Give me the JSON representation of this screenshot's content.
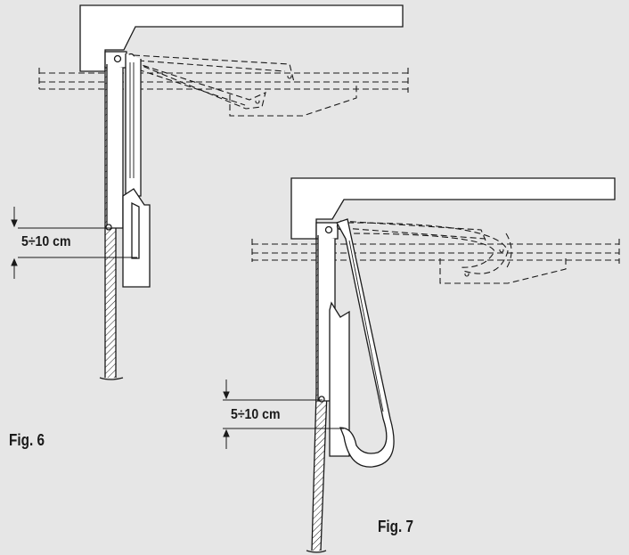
{
  "figures": [
    {
      "caption": "Fig. 6",
      "dimension": "5÷10 cm"
    },
    {
      "caption": "Fig. 7",
      "dimension": "5÷10 cm"
    }
  ],
  "colors": {
    "background": "#e6e6e6",
    "line": "#1a1a1a",
    "fill": "#ffffff"
  }
}
